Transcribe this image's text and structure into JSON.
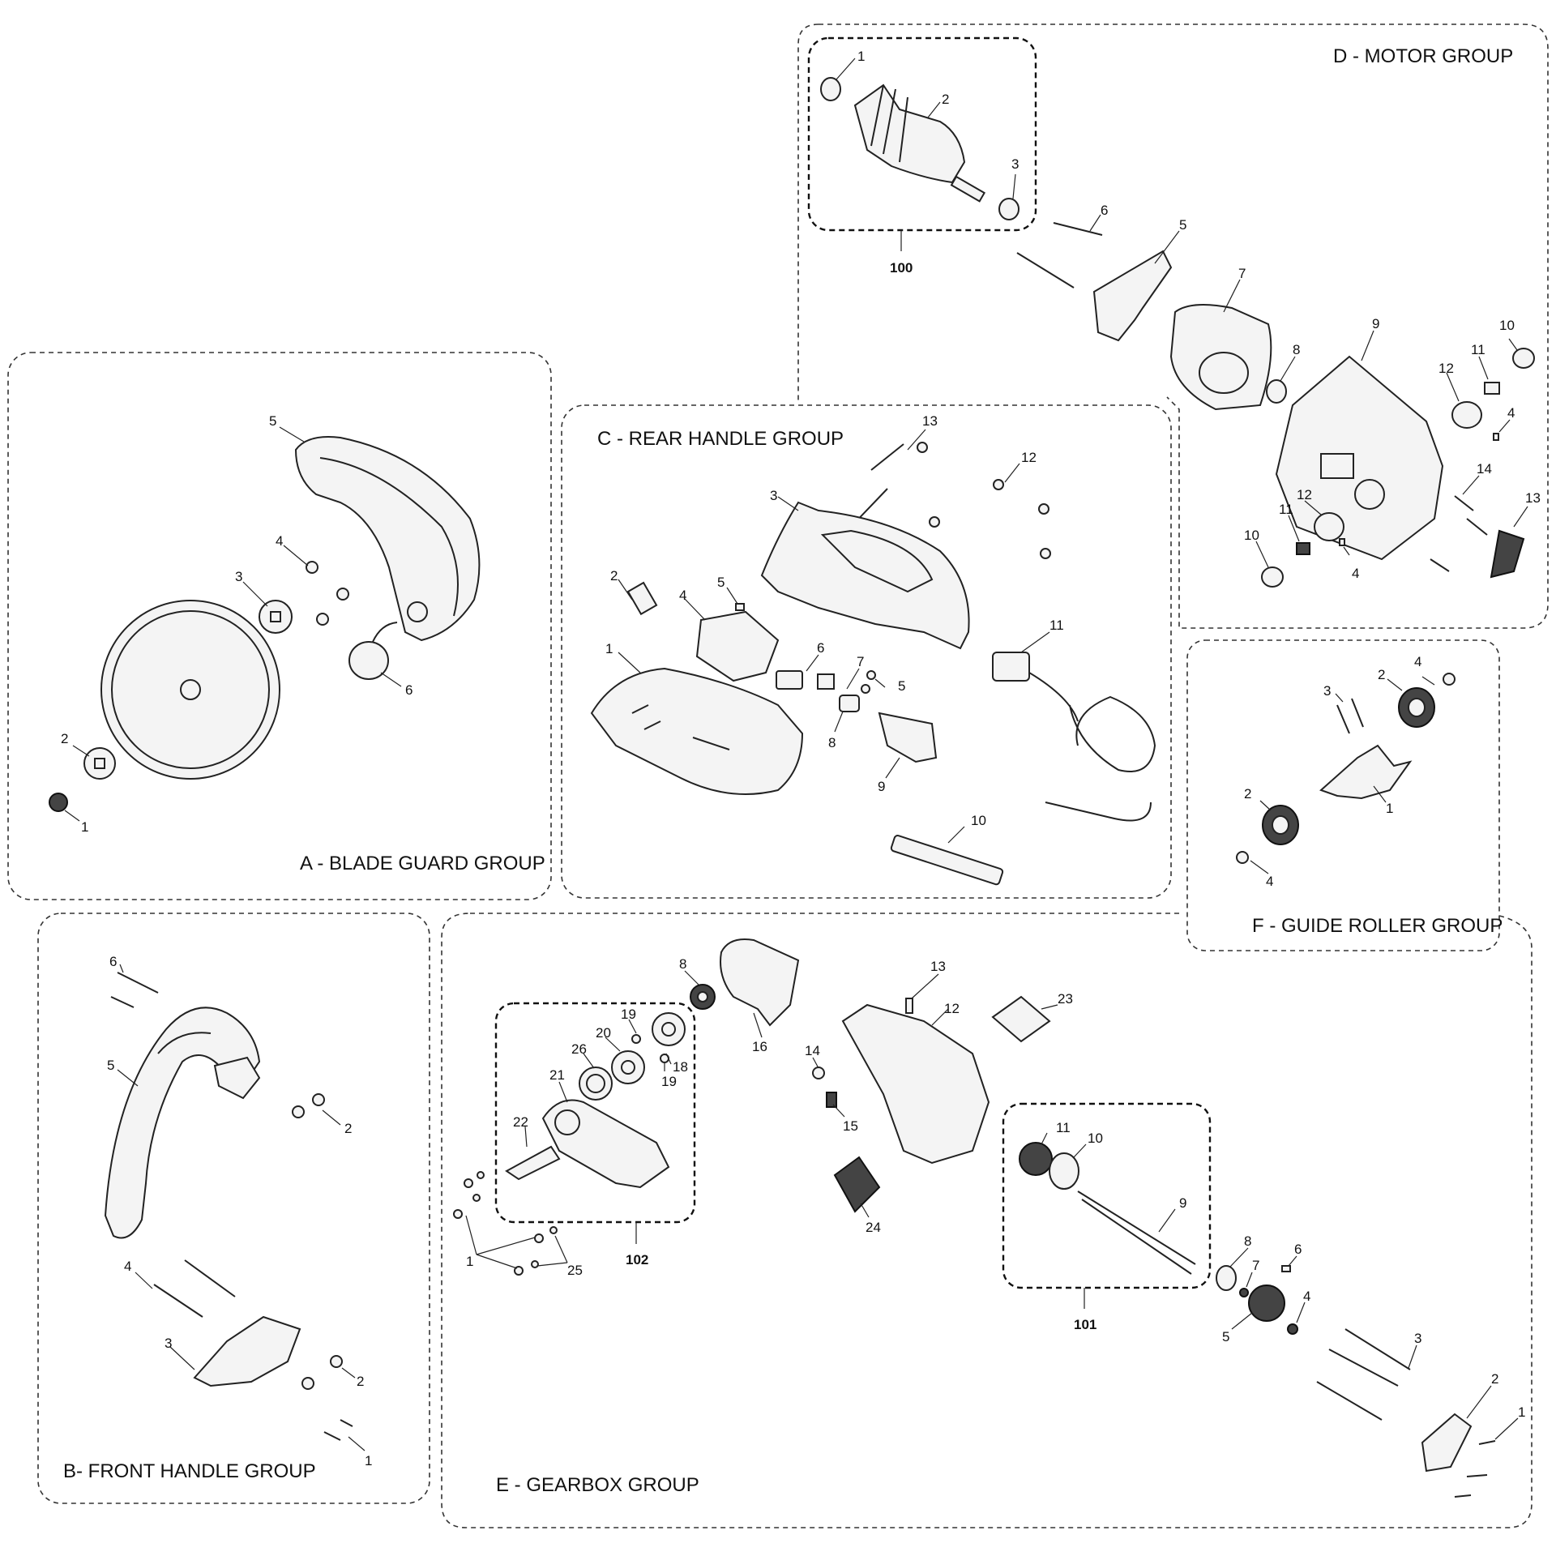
{
  "groups": {
    "motor": {
      "title": "D - MOTOR GROUP",
      "labels": [
        "1",
        "2",
        "3",
        "6",
        "5",
        "7",
        "8",
        "9",
        "10",
        "11",
        "12",
        "4",
        "14",
        "13",
        "12",
        "11",
        "10",
        "4"
      ],
      "subassembly": "100"
    },
    "blade_guard": {
      "title": "A - BLADE GUARD GROUP",
      "labels": [
        "5",
        "4",
        "3",
        "6",
        "2",
        "1"
      ]
    },
    "rear_handle": {
      "title": "C - REAR HANDLE GROUP",
      "labels": [
        "13",
        "12",
        "3",
        "2",
        "4",
        "5",
        "1",
        "6",
        "7",
        "5",
        "8",
        "9",
        "11",
        "10"
      ]
    },
    "guide_roller": {
      "title": "F - GUIDE ROLLER GROUP",
      "labels": [
        "4",
        "3",
        "2",
        "1",
        "2",
        "4"
      ]
    },
    "front_handle": {
      "title": "B- FRONT HANDLE GROUP",
      "labels": [
        "6",
        "5",
        "2",
        "4",
        "3",
        "2",
        "1"
      ]
    },
    "gearbox": {
      "title": "E - GEARBOX GROUP",
      "labels": [
        "8",
        "13",
        "16",
        "12",
        "23",
        "19",
        "20",
        "26",
        "18",
        "19",
        "21",
        "22",
        "14",
        "15",
        "24",
        "11",
        "10",
        "9",
        "1",
        "25",
        "8",
        "7",
        "6",
        "4",
        "5",
        "3",
        "2",
        "1"
      ],
      "subassemblies": [
        "102",
        "101"
      ]
    }
  }
}
